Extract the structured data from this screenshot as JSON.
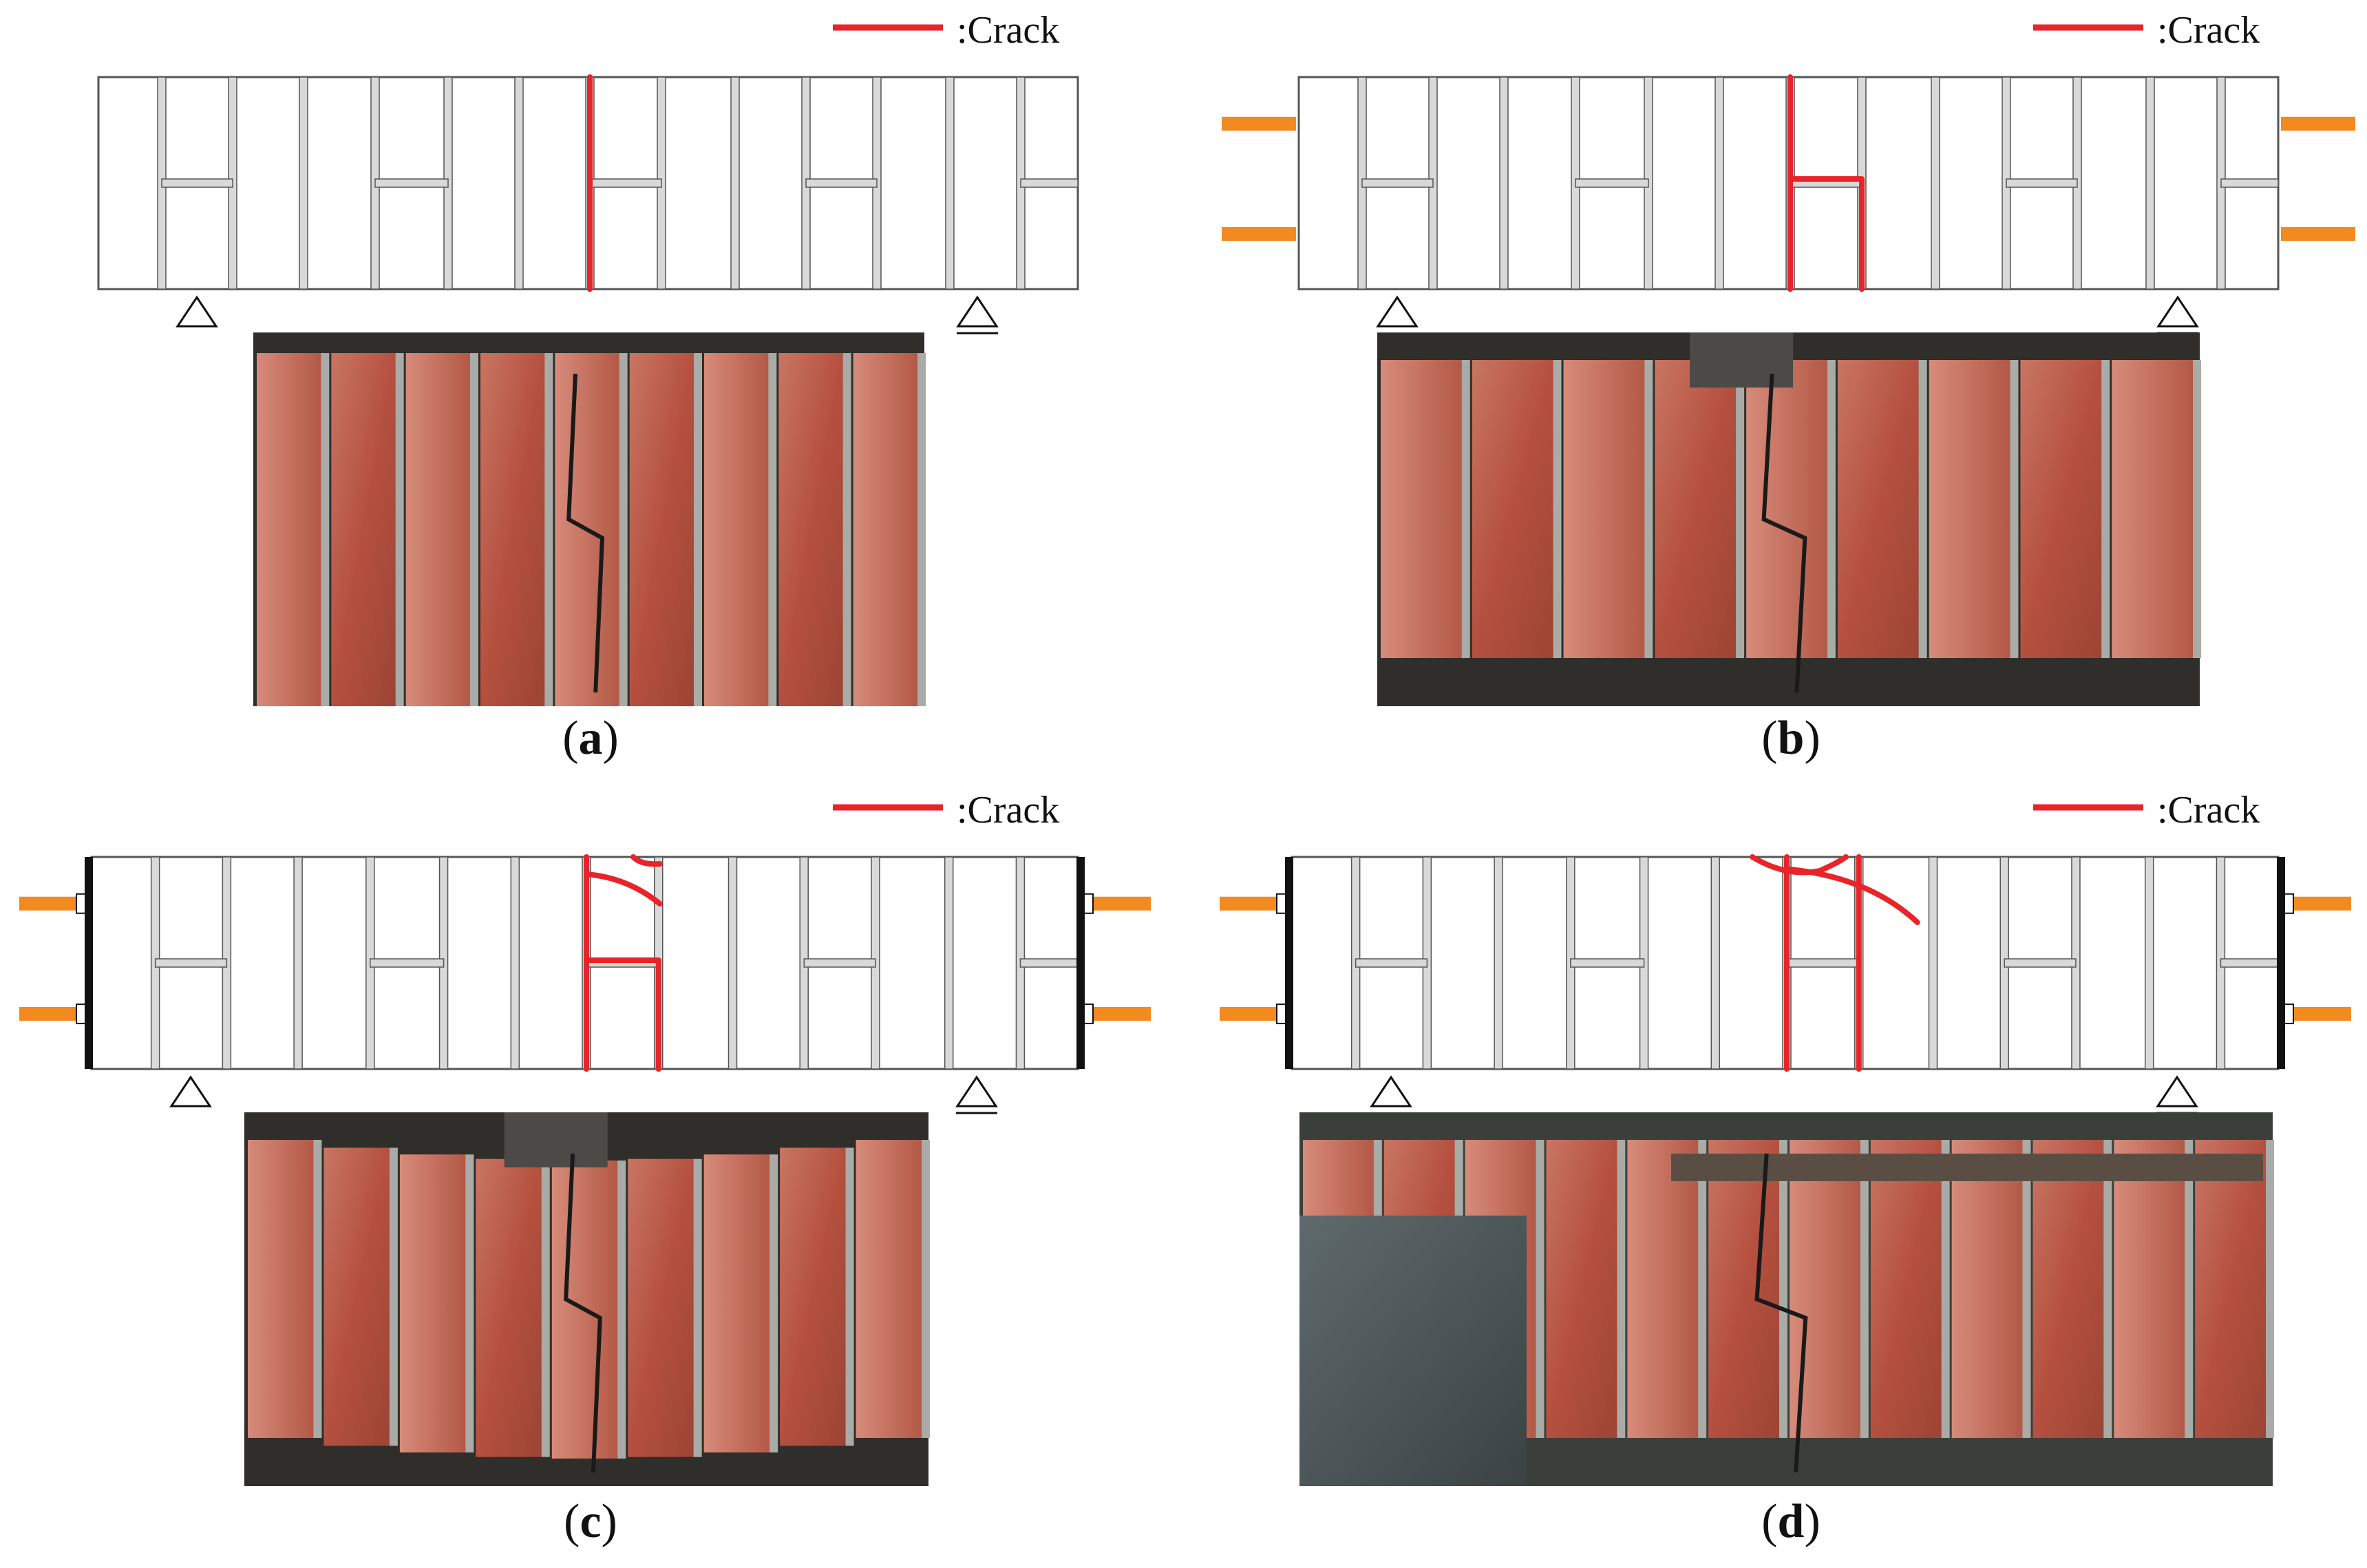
{
  "legend": {
    "symbol": ":",
    "label": "Crack"
  },
  "panels": [
    {
      "id": "a",
      "caption": "(a)",
      "letter": "a",
      "axial_load": false,
      "end_plates": false,
      "photo": "close-up of the failed prism showing a single vertical crack through the mid-span mortar joint"
    },
    {
      "id": "b",
      "caption": "(b)",
      "letter": "b",
      "axial_load": true,
      "end_plates": false,
      "photo": "prism after testing with a stepped crack at mid-span around the loading bar"
    },
    {
      "id": "c",
      "caption": "(c)",
      "letter": "c",
      "axial_load": true,
      "end_plates": true,
      "photo": "bent prism with a stepped mid-span crack and an inclined crack near the top"
    },
    {
      "id": "d",
      "caption": "(d)",
      "letter": "d",
      "axial_load": true,
      "end_plates": true,
      "photo": "prism with steel end plates and rods showing diagonal cracking at mid-span"
    }
  ],
  "colors": {
    "crack": "#e8242a",
    "load": "#f28a1f",
    "joint": "#d9d9d9",
    "outline": "#555555",
    "plate": "#111111",
    "brick_red": "#b85a48",
    "mortar": "#a9aba7"
  }
}
